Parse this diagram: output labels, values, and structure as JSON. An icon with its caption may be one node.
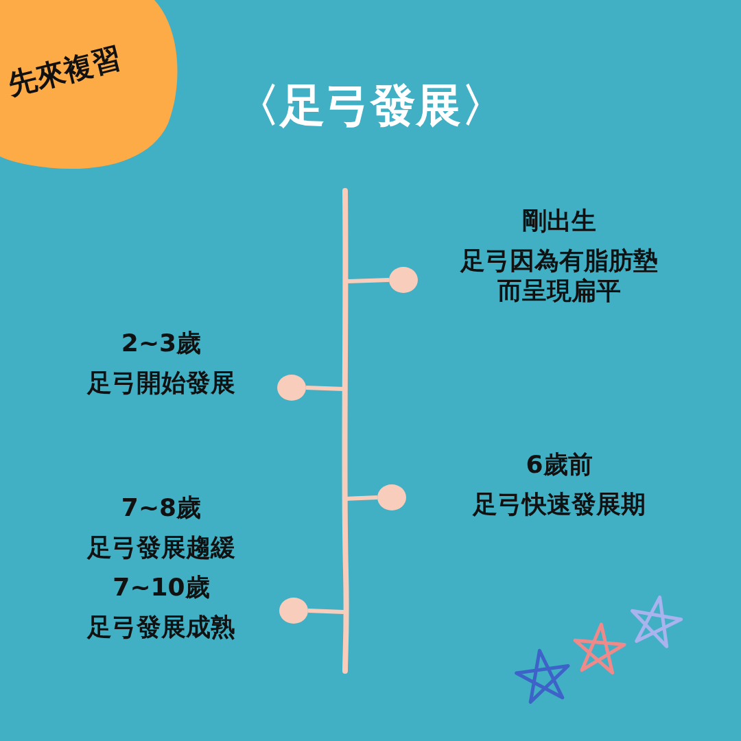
{
  "diagram": {
    "title": "〈足弓發展〉",
    "nodes": [
      {
        "text": [
          "先來複習"
        ]
      },
      {
        "text": [],
        "shape": "bar"
      },
      {
        "text": [],
        "shape": "circle",
        "beside": [
          "剛出生",
          "足弓因為有脂肪墊而呈現扁平"
        ]
      },
      {
        "text": [],
        "shape": "circle",
        "beside": [
          "2~3歲",
          "足弓開始發展"
        ]
      },
      {
        "text": [],
        "shape": "circle",
        "beside": [
          "6歲前",
          "足弓快速發展期"
        ]
      },
      {
        "text": [],
        "shape": "circle",
        "beside": [
          "7~8歲",
          "足弓發展趨緩",
          "7~10歲",
          "足弓發展成熟"
        ]
      }
    ],
    "edges": [
      {
        "from": 1,
        "to": 2,
        "arrow": "none"
      },
      {
        "from": 1,
        "to": 3,
        "arrow": "none"
      },
      {
        "from": 1,
        "to": 4,
        "arrow": "none"
      },
      {
        "from": 1,
        "to": 5,
        "arrow": "none"
      }
    ]
  }
}
